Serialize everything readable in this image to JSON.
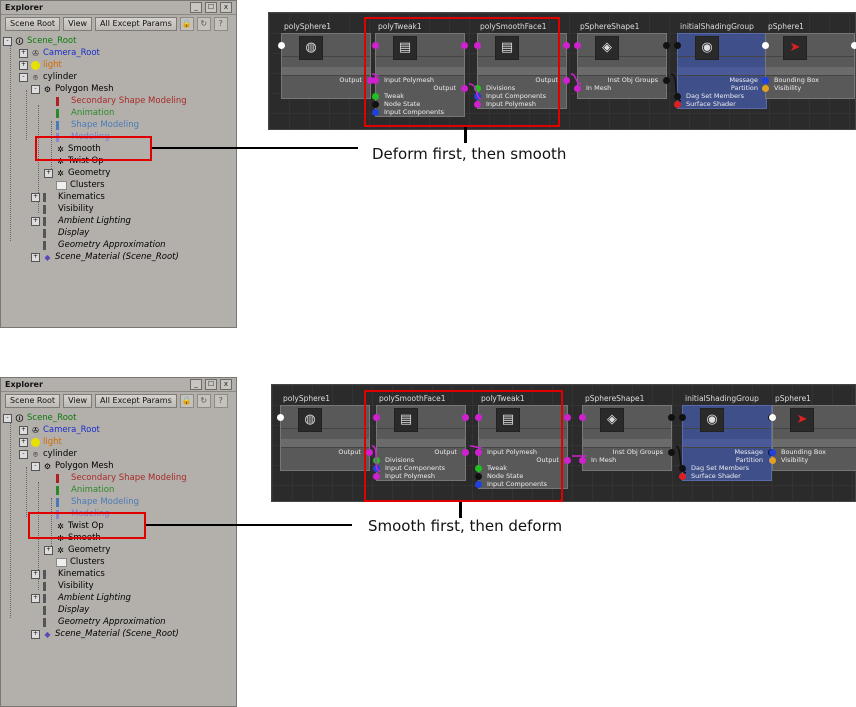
{
  "explorer": {
    "title": "Explorer",
    "win_buttons": [
      "_",
      "☐",
      "x"
    ],
    "toolbar": {
      "scene_root": "Scene Root",
      "view": "View",
      "filter": "All Except Params",
      "lock": "🔒",
      "refresh": "↻",
      "help": "?"
    }
  },
  "top": {
    "tree": {
      "scene_root": "Scene_Root",
      "camera_root": "Camera_Root",
      "light": "light",
      "cylinder": "cylinder",
      "polygon_mesh": "Polygon Mesh",
      "secondary": "Secondary Shape Modeling",
      "animation": "Animation",
      "shape_modeling": "Shape Modeling",
      "modeling": "Modeling",
      "op1": "Smooth",
      "op2": "Twist Op",
      "geometry": "Geometry",
      "clusters": "Clusters",
      "kinematics": "Kinematics",
      "visibility": "Visibility",
      "ambient": "Ambient Lighting",
      "display": "Display",
      "geo_approx": "Geometry Approximation",
      "scene_material": "Scene_Material (Scene_Root)"
    },
    "caption": "Deform first, then smooth",
    "nodes": {
      "sphere": {
        "title": "polySphere1",
        "ports_out": [
          "Output"
        ]
      },
      "tweak": {
        "title": "polyTweak1",
        "ports": [
          "Input Polymesh",
          "Output",
          "Tweak",
          "Node State",
          "Input Components"
        ]
      },
      "smooth": {
        "title": "polySmoothFace1",
        "ports": [
          "Output",
          "Divisions",
          "Input Components",
          "Input Polymesh"
        ]
      },
      "shape": {
        "title": "pSphereShape1",
        "ports": [
          "Inst Obj Groups",
          "In Mesh"
        ]
      },
      "shading": {
        "title": "initialShadingGroup",
        "ports": [
          "Message",
          "Partition",
          "Dag Set Members",
          "Surface Shader"
        ]
      },
      "transform": {
        "title": "pSphere1",
        "ports": [
          "Bounding Box",
          "Visibility"
        ]
      }
    }
  },
  "bottom": {
    "tree": {
      "scene_root": "Scene_Root",
      "camera_root": "Camera_Root",
      "light": "light",
      "cylinder": "cylinder",
      "polygon_mesh": "Polygon Mesh",
      "secondary": "Secondary Shape Modeling",
      "animation": "Animation",
      "shape_modeling": "Shape Modeling",
      "modeling": "Modeling",
      "op1": "Twist Op",
      "op2": "Smooth",
      "geometry": "Geometry",
      "clusters": "Clusters",
      "kinematics": "Kinematics",
      "visibility": "Visibility",
      "ambient": "Ambient Lighting",
      "display": "Display",
      "geo_approx": "Geometry Approximation",
      "scene_material": "Scene_Material (Scene_Root)"
    },
    "caption": "Smooth first, then deform",
    "nodes": {
      "sphere": {
        "title": "polySphere1",
        "ports_out": [
          "Output"
        ]
      },
      "smooth": {
        "title": "polySmoothFace1",
        "ports": [
          "Output",
          "Divisions",
          "Input Components",
          "Input Polymesh"
        ]
      },
      "tweak": {
        "title": "polyTweak1",
        "ports": [
          "Input Polymesh",
          "Output",
          "Tweak",
          "Node State",
          "Input Components"
        ]
      },
      "shape": {
        "title": "pSphereShape1",
        "ports": [
          "Inst Obj Groups",
          "In Mesh"
        ]
      },
      "shading": {
        "title": "initialShadingGroup",
        "ports": [
          "Message",
          "Partition",
          "Dag Set Members",
          "Surface Shader"
        ]
      },
      "transform": {
        "title": "pSphere1",
        "ports": [
          "Bounding Box",
          "Visibility"
        ]
      }
    }
  },
  "colors": {
    "highlight": "#e00000",
    "wire": "#d020d0",
    "graph_bg": "#2b2b2b"
  }
}
